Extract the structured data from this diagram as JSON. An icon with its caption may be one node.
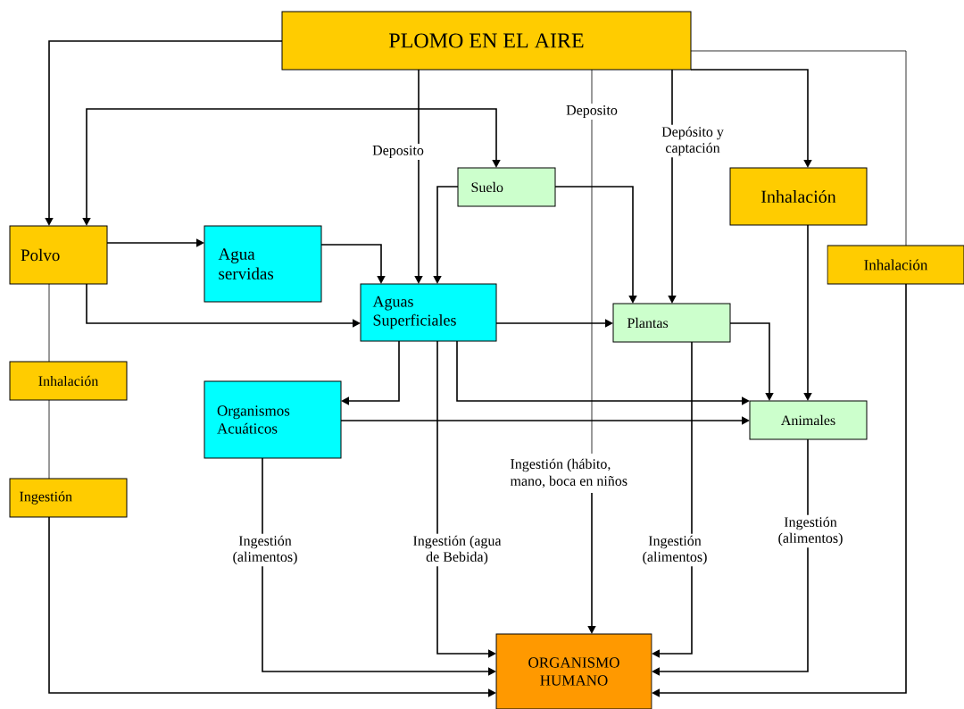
{
  "diagram": {
    "nodes": [
      {
        "text": [
          "PLOMO EN EL AIRE"
        ]
      },
      {
        "text": [
          "Polvo"
        ]
      },
      {
        "text": [
          "Agua servidas"
        ]
      },
      {
        "text": [
          "Suelo"
        ]
      },
      {
        "text": [
          "Aguas Superficiales"
        ]
      },
      {
        "text": [
          "Plantas"
        ]
      },
      {
        "text": [
          "Inhalación"
        ]
      },
      {
        "text": [
          "Inhalación"
        ]
      },
      {
        "text": [
          "Inhalación"
        ]
      },
      {
        "text": [
          "Ingestión"
        ]
      },
      {
        "text": [
          "Organismos Acuáticos"
        ]
      },
      {
        "text": [
          "Animales"
        ]
      },
      {
        "text": [
          "ORGANISMO HUMANO"
        ]
      },
      {
        "text": [
          "Ingestión (hábito, mano, boca en niños"
        ]
      }
    ],
    "edges": [
      {
        "from": 0,
        "to": 1,
        "arrow": "to"
      },
      {
        "from": 1,
        "to": 3,
        "arrow": "both"
      },
      {
        "from": 0,
        "to": 4,
        "arrow": "to",
        "label": "Deposito"
      },
      {
        "from": 0,
        "to": 13,
        "arrow": "none",
        "label": "Deposito"
      },
      {
        "from": 13,
        "to": 12,
        "arrow": "to"
      },
      {
        "from": 0,
        "to": 5,
        "arrow": "to",
        "label": "Depósito y captación"
      },
      {
        "from": 0,
        "to": 6,
        "arrow": "to"
      },
      {
        "from": 0,
        "to": 7,
        "arrow": "none"
      },
      {
        "from": 7,
        "to": 12,
        "arrow": "to"
      },
      {
        "from": 1,
        "to": 2,
        "arrow": "to"
      },
      {
        "from": 1,
        "to": 4,
        "arrow": "to"
      },
      {
        "from": 1,
        "to": 8,
        "arrow": "none"
      },
      {
        "from": 8,
        "to": 9,
        "arrow": "none"
      },
      {
        "from": 9,
        "to": 12,
        "arrow": "to"
      },
      {
        "from": 2,
        "to": 4,
        "arrow": "to"
      },
      {
        "from": 3,
        "to": 4,
        "arrow": "to"
      },
      {
        "from": 3,
        "to": 5,
        "arrow": "to"
      },
      {
        "from": 4,
        "to": 5,
        "arrow": "to"
      },
      {
        "from": 4,
        "to": 10,
        "arrow": "to"
      },
      {
        "from": 4,
        "to": 11,
        "arrow": "to"
      },
      {
        "from": 4,
        "to": 12,
        "arrow": "to",
        "label": "Ingestión (agua de Bebida)"
      },
      {
        "from": 10,
        "to": 11,
        "arrow": "to"
      },
      {
        "from": 10,
        "to": 12,
        "arrow": "to",
        "label": "Ingestión (alimentos)"
      },
      {
        "from": 5,
        "to": 11,
        "arrow": "to"
      },
      {
        "from": 5,
        "to": 12,
        "arrow": "to",
        "label": "Ingestión (alimentos)"
      },
      {
        "from": 6,
        "to": 11,
        "arrow": "to"
      },
      {
        "from": 11,
        "to": 12,
        "arrow": "to",
        "label": "Ingestión (alimentos)"
      }
    ]
  }
}
